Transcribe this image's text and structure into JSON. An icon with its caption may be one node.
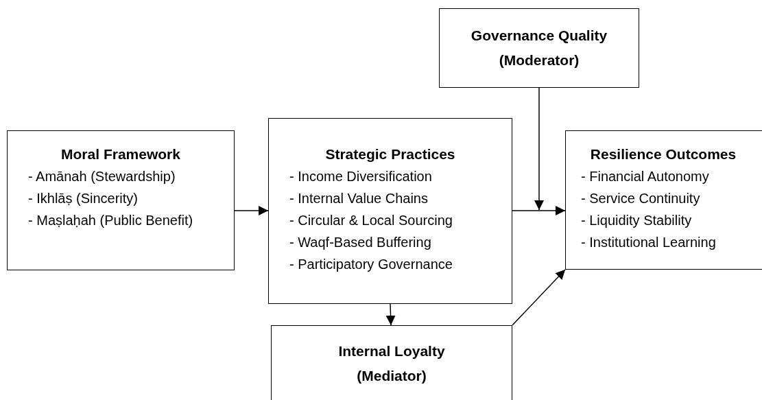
{
  "diagram": {
    "nodes": [
      {
        "text": [
          "Moral Framework",
          "- Amānah (Stewardship)",
          "- Ikhlāṣ (Sincerity)",
          "- Maṣlaḥah (Public Benefit)"
        ]
      },
      {
        "text": [
          "Governance Quality (Moderator)"
        ]
      },
      {
        "text": [
          "Strategic Practices",
          "- Income Diversification",
          "- Internal Value Chains",
          "- Circular & Local Sourcing",
          "- Waqf-Based Buffering",
          "- Participatory Governance"
        ]
      },
      {
        "text": [
          "Resilience Outcomes",
          "- Financial Autonomy",
          "- Service Continuity",
          "- Liquidity Stability",
          "- Institutional Learning"
        ]
      },
      {
        "text": [
          "Internal Loyalty (Mediator)"
        ]
      }
    ],
    "edges": [
      {
        "from": 0,
        "to": 2,
        "arrow": "to"
      },
      {
        "from": 2,
        "to": 3,
        "arrow": "to"
      },
      {
        "from": 1,
        "to": null,
        "arrow": "to"
      },
      {
        "from": 2,
        "to": 4,
        "arrow": "to"
      },
      {
        "from": 4,
        "to": 3,
        "arrow": "to"
      }
    ]
  }
}
